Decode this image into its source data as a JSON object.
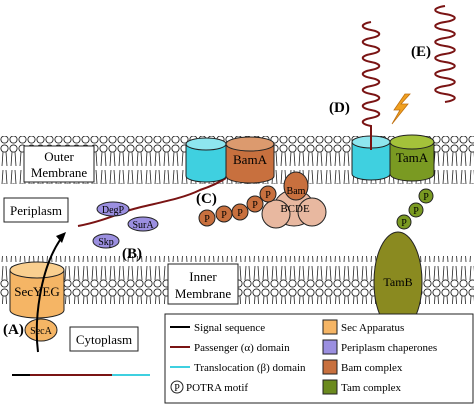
{
  "panel_labels": {
    "a": "(A)",
    "b": "(B)",
    "c": "(C)",
    "d": "(D)",
    "e": "(E)"
  },
  "regions": {
    "outer_membrane_line1": "Outer",
    "outer_membrane_line2": "Membrane",
    "periplasm": "Periplasm",
    "inner_membrane_line1": "Inner",
    "inner_membrane_line2": "Membrane",
    "cytoplasm": "Cytoplasm"
  },
  "proteins": {
    "bama": "BamA",
    "tama": "TamA",
    "tamb": "TamB",
    "secyeg": "SecYEG",
    "seca": "SecA",
    "degp": "DegP",
    "sura": "SurA",
    "skp": "Skp",
    "bam_line1": "Bam",
    "bam_line2": "BCDE",
    "potra": "P"
  },
  "legend": {
    "left": [
      {
        "label": "Signal sequence",
        "key": "line",
        "color": "#000000"
      },
      {
        "label": "Passenger (α) domain",
        "key": "line",
        "color": "#7a1414"
      },
      {
        "label": "Translocation (β) domain",
        "key": "line",
        "color": "#3fd0e0"
      },
      {
        "label": "POTRA motif",
        "key": "potra",
        "symbol": "P"
      }
    ],
    "right": [
      {
        "label": "Sec Apparatus",
        "color": "#f5b565"
      },
      {
        "label": "Periplasm chaperones",
        "color": "#9b8fe0"
      },
      {
        "label": "Bam complex",
        "color": "#c8703e"
      },
      {
        "label": "Tam complex",
        "color": "#6b8a1e"
      }
    ]
  },
  "colors": {
    "sec": "#f5b565",
    "chaperone": "#9b8fe0",
    "bam": "#c8703e",
    "bam_light": "#e8b8a0",
    "tam": "#7a9a22",
    "tamb": "#8a8a20",
    "beta": "#3fd0e0",
    "passenger": "#7a1414",
    "bolt": "#f0a020"
  }
}
